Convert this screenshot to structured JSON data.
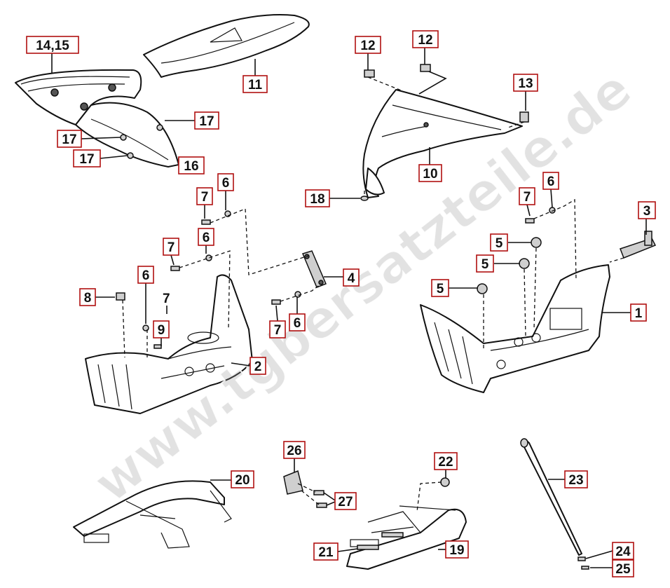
{
  "watermark": "www.tgbersatzteile.de",
  "callouts": [
    {
      "id": "c1",
      "label": "1"
    },
    {
      "id": "c2",
      "label": "2"
    },
    {
      "id": "c3",
      "label": "3"
    },
    {
      "id": "c4",
      "label": "4"
    },
    {
      "id": "c5a",
      "label": "5"
    },
    {
      "id": "c5b",
      "label": "5"
    },
    {
      "id": "c5c",
      "label": "5"
    },
    {
      "id": "c6a",
      "label": "6"
    },
    {
      "id": "c6b",
      "label": "6"
    },
    {
      "id": "c6c",
      "label": "6"
    },
    {
      "id": "c6d",
      "label": "6"
    },
    {
      "id": "c6e",
      "label": "6"
    },
    {
      "id": "c7a",
      "label": "7"
    },
    {
      "id": "c7b",
      "label": "7"
    },
    {
      "id": "c7c",
      "label": "7"
    },
    {
      "id": "c7d",
      "label": "7"
    },
    {
      "id": "c8",
      "label": "8"
    },
    {
      "id": "c9",
      "label": "9"
    },
    {
      "id": "c10",
      "label": "10"
    },
    {
      "id": "c11",
      "label": "11"
    },
    {
      "id": "c12a",
      "label": "12"
    },
    {
      "id": "c12b",
      "label": "12"
    },
    {
      "id": "c13",
      "label": "13"
    },
    {
      "id": "c1415",
      "label": "14,15"
    },
    {
      "id": "c16",
      "label": "16"
    },
    {
      "id": "c17a",
      "label": "17"
    },
    {
      "id": "c17b",
      "label": "17"
    },
    {
      "id": "c17c",
      "label": "17"
    },
    {
      "id": "c18",
      "label": "18"
    },
    {
      "id": "c19",
      "label": "19"
    },
    {
      "id": "c20",
      "label": "20"
    },
    {
      "id": "c21",
      "label": "21"
    },
    {
      "id": "c22",
      "label": "22"
    },
    {
      "id": "c23",
      "label": "23"
    },
    {
      "id": "c24",
      "label": "24"
    },
    {
      "id": "c25",
      "label": "25"
    },
    {
      "id": "c26",
      "label": "26"
    },
    {
      "id": "c27",
      "label": "27"
    }
  ],
  "plain_labels": [
    {
      "id": "p7",
      "label": "7"
    }
  ]
}
